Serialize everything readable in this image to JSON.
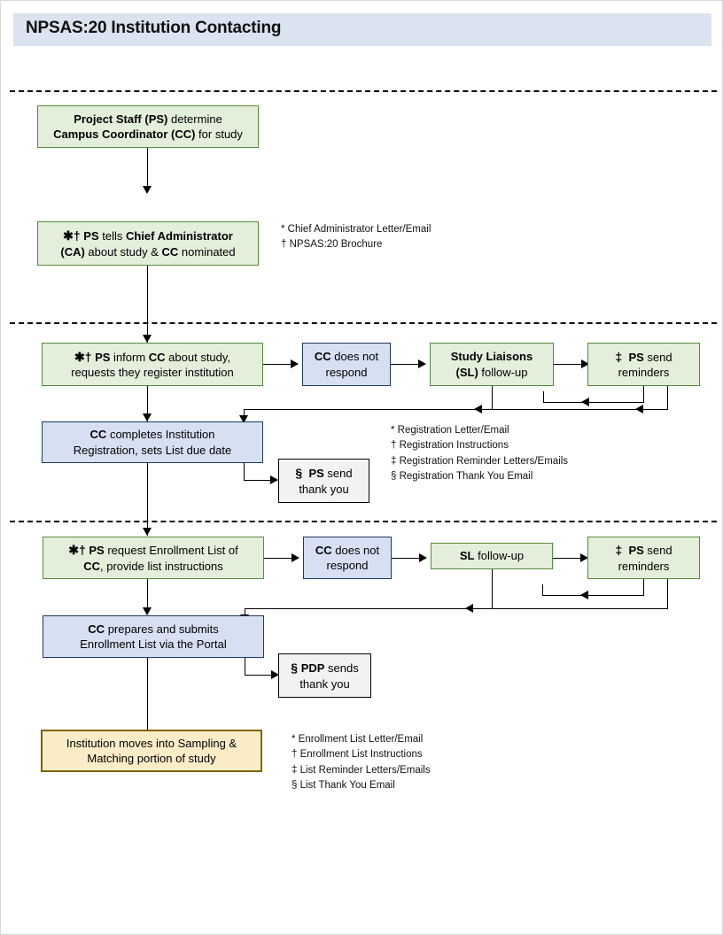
{
  "header": {
    "title": "NPSAS:20 Institution Contacting",
    "bar_color": "#dce3f0"
  },
  "colors": {
    "green_fill": "#e3efda",
    "green_border": "#568b3c",
    "blue_fill": "#d6e0f2",
    "blue_border": "#1f3864",
    "yellow_fill": "#fbecc8",
    "yellow_border": "#7d6200",
    "white_fill": "#f2f2f2",
    "white_border": "#000000",
    "connector": "#000000"
  },
  "flow": {
    "stage1": {
      "box_determine_cc": {
        "line1_bold": "Project Staff (PS)",
        "line1_rest": " determine",
        "line2_bold": "Campus Coordinator (CC)",
        "line2_rest": " for study"
      },
      "box_tells_ca": {
        "symbols": "✱†",
        "line1_a": " PS",
        "line1_b": " tells ",
        "line1_c": "Chief Administrator",
        "line2_a": "(CA)",
        "line2_b": " about study & ",
        "line2_c": "CC",
        "line2_d": " nominated"
      },
      "legend": [
        "* Chief Administrator Letter/Email",
        "† NPSAS:20 Brochure"
      ]
    },
    "stage2": {
      "box_inform_cc": {
        "symbols": "✱†",
        "line1_a": "  PS",
        "line1_b": " inform  ",
        "line1_c": "CC",
        "line1_d": " about study,",
        "line2": "requests they register institution"
      },
      "box_no_respond": {
        "bold": "CC",
        "rest": " does not",
        "line2": "respond"
      },
      "box_sl_followup": {
        "line1_bold": "Study Liaisons",
        "line2_bold": "(SL)",
        "line2_rest": " follow-up"
      },
      "box_ps_reminders": {
        "symbol": "‡",
        "bold": "PS",
        "rest": " send",
        "line2": "reminders"
      },
      "box_cc_completes": {
        "line1_bold": "CC",
        "line1_rest": " completes Institution",
        "line2": "Registration, sets List due date"
      },
      "box_thank_you": {
        "symbol": "§",
        "bold": "PS",
        "rest": " send",
        "line2": "thank you"
      },
      "legend": [
        "* Registration Letter/Email",
        "† Registration Instructions",
        "‡ Registration Reminder Letters/Emails",
        "§ Registration Thank You Email"
      ]
    },
    "stage3": {
      "box_request_list": {
        "symbols": "✱†",
        "line1_a": " PS",
        "line1_b": " request  Enrollment  List of",
        "line2_bold": "CC",
        "line2_rest": ", provide list instructions"
      },
      "box_no_respond": {
        "bold": "CC",
        "rest": " does not",
        "line2": "respond"
      },
      "box_sl_followup": {
        "bold": "SL",
        "rest": " follow-up"
      },
      "box_ps_reminders": {
        "symbol": "‡",
        "bold": "PS",
        "rest": " send",
        "line2": "reminders"
      },
      "box_cc_prepares": {
        "line1_bold": "CC",
        "line1_rest": " prepares and submits",
        "line2": "Enrollment List via the Portal"
      },
      "box_thank_you": {
        "symbol": "§",
        "bold": "PDP",
        "rest": " sends",
        "line2": "thank you"
      },
      "legend": [
        "* Enrollment List Letter/Email",
        "† Enrollment List Instructions",
        "‡ List Reminder Letters/Emails",
        "§ List Thank You Email"
      ]
    },
    "stage4": {
      "box_sampling": {
        "line1": "Institution moves into Sampling &",
        "line2": "Matching portion of study"
      }
    }
  }
}
